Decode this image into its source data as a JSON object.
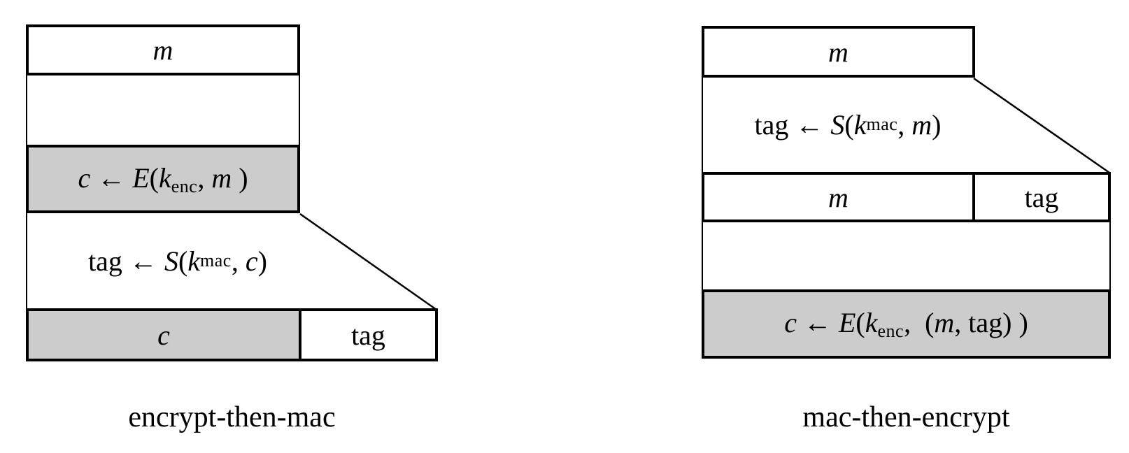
{
  "figure": {
    "background": "#ffffff",
    "ink_color": "#000000",
    "shaded_fill": "#cccccc"
  },
  "encrypt_then_mac": {
    "caption": "encrypt-then-mac",
    "message_box": [
      {
        "text": "m",
        "style": "it"
      }
    ],
    "encrypt_step": [
      {
        "text": "c",
        "style": "it"
      },
      {
        "text": " ← ",
        "style": "rm"
      },
      {
        "text": "E",
        "style": "it"
      },
      {
        "text": "(",
        "style": "rm"
      },
      {
        "text": "k",
        "style": "it"
      },
      {
        "text": "enc",
        "style": "sub"
      },
      {
        "text": ", ",
        "style": "rm"
      },
      {
        "text": "m",
        "style": "it"
      },
      {
        "text": " )",
        "style": "rm"
      }
    ],
    "mac_step": [
      {
        "text": "tag ← ",
        "style": "rm"
      },
      {
        "text": "S",
        "style": "it"
      },
      {
        "text": "(",
        "style": "rm"
      },
      {
        "text": "k",
        "style": "it"
      },
      {
        "text": "mac",
        "style": "sub"
      },
      {
        "text": ", ",
        "style": "rm"
      },
      {
        "text": "c",
        "style": "it"
      },
      {
        "text": ")",
        "style": "rm"
      }
    ],
    "output_cipher": [
      {
        "text": "c",
        "style": "it"
      }
    ],
    "output_tag": [
      {
        "text": "tag",
        "style": "rm"
      }
    ]
  },
  "mac_then_encrypt": {
    "caption": "mac-then-encrypt",
    "message_box": [
      {
        "text": "m",
        "style": "it"
      }
    ],
    "mac_step": [
      {
        "text": "tag ← ",
        "style": "rm"
      },
      {
        "text": "S",
        "style": "it"
      },
      {
        "text": "(",
        "style": "rm"
      },
      {
        "text": "k",
        "style": "it"
      },
      {
        "text": "mac",
        "style": "sub"
      },
      {
        "text": ", ",
        "style": "rm"
      },
      {
        "text": "m",
        "style": "it"
      },
      {
        "text": ")",
        "style": "rm"
      }
    ],
    "concat_message": [
      {
        "text": "m",
        "style": "it"
      }
    ],
    "concat_tag": [
      {
        "text": "tag",
        "style": "rm"
      }
    ],
    "encrypt_step": [
      {
        "text": "c",
        "style": "it"
      },
      {
        "text": " ← ",
        "style": "rm"
      },
      {
        "text": "E",
        "style": "it"
      },
      {
        "text": "(",
        "style": "rm"
      },
      {
        "text": "k",
        "style": "it"
      },
      {
        "text": "enc",
        "style": "sub"
      },
      {
        "text": ", ",
        "style": "rm"
      },
      {
        "text": "(",
        "style": "rm"
      },
      {
        "text": "m",
        "style": "it"
      },
      {
        "text": ", tag) )",
        "style": "rm"
      }
    ]
  }
}
